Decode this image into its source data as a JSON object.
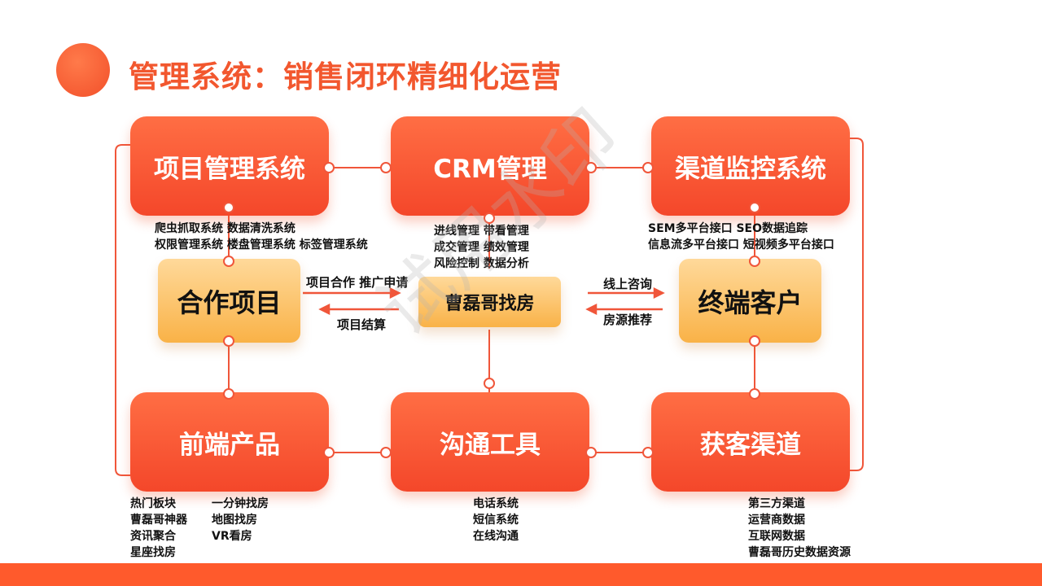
{
  "title": "管理系统：销售闭环精细化运营",
  "systems": {
    "project": "项目管理系统",
    "crm": "CRM管理",
    "channel_monitor": "渠道监控系统",
    "frontend": "前端产品",
    "comm": "沟通工具",
    "acquisition": "获客渠道"
  },
  "hubs": {
    "coop": "合作项目",
    "center": "曹磊哥找房",
    "customer": "终端客户"
  },
  "features": {
    "project": [
      "爬虫抓取系统 数据清洗系统",
      "权限管理系统 楼盘管理系统 标签管理系统"
    ],
    "crm": [
      "进线管理  带看管理",
      "成交管理  绩效管理",
      "风险控制  数据分析"
    ],
    "channel": [
      "SEM多平台接口  SEO数据追踪",
      "信息流多平台接口  短视频多平台接口"
    ],
    "frontend_col1": [
      "热门板块",
      "曹磊哥神器",
      "资讯聚合",
      "星座找房"
    ],
    "frontend_col2": [
      "一分钟找房",
      "地图找房",
      "VR看房"
    ],
    "comm": [
      "电话系统",
      "短信系统",
      "在线沟通"
    ],
    "acquisition": [
      "第三方渠道",
      "运营商数据",
      "互联网数据",
      "曹磊哥历史数据资源"
    ]
  },
  "arrows": {
    "coop_to_center": "项目合作 推广申请",
    "center_to_coop": "项目结算",
    "center_to_customer": "线上咨询",
    "customer_to_center": "房源推荐"
  },
  "watermark": "试用水印",
  "colors": {
    "accent": "#f2572e",
    "box": "#f4472a",
    "hub": "#f9b247",
    "bar": "#ff5a2c"
  }
}
